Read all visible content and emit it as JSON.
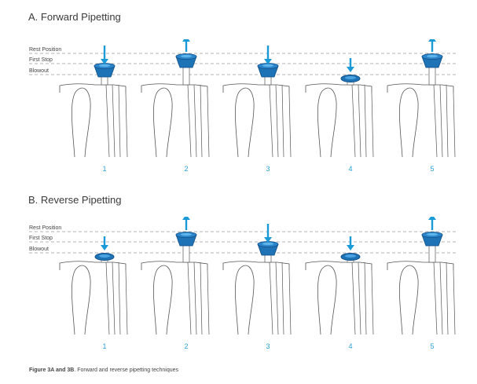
{
  "sections": [
    {
      "title": "A. Forward Pipetting",
      "labels": [
        "Rest Position",
        "First Stop",
        "Blowout"
      ],
      "steps": [
        {
          "number": "1",
          "arrow": "down",
          "button": "rest"
        },
        {
          "number": "2",
          "arrow": "up",
          "button": "raised"
        },
        {
          "number": "3",
          "arrow": "down",
          "button": "rest"
        },
        {
          "number": "4",
          "arrow": "down",
          "button": "blowout"
        },
        {
          "number": "5",
          "arrow": "up",
          "button": "raised"
        }
      ]
    },
    {
      "title": "B. Reverse Pipetting",
      "labels": [
        "Rest Position",
        "First Stop",
        "Blowout"
      ],
      "steps": [
        {
          "number": "1",
          "arrow": "down",
          "button": "blowout"
        },
        {
          "number": "2",
          "arrow": "up",
          "button": "raised"
        },
        {
          "number": "3",
          "arrow": "down",
          "button": "rest"
        },
        {
          "number": "4",
          "arrow": "down",
          "button": "blowout"
        },
        {
          "number": "5",
          "arrow": "up",
          "button": "raised"
        }
      ]
    }
  ],
  "caption": {
    "bold": "Figure 3A and 3B",
    "text": ". Forward and reverse pipetting techniques"
  },
  "colors": {
    "arrow": "#1a9ad6",
    "button": "#1d73b6",
    "button_dark": "#134f86",
    "number": "#2a9fd8",
    "dash": "#9a9a9a",
    "outline": "#555555"
  }
}
